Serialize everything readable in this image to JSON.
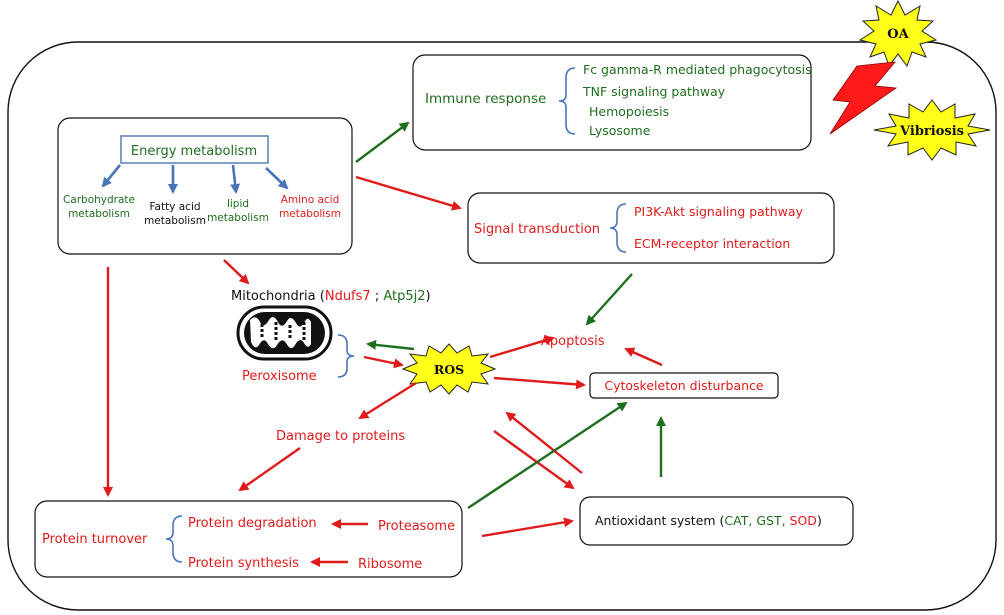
{
  "colors": {
    "red": "#e01b1b",
    "green": "#1f6e1f",
    "blue": "#4a74b8",
    "black": "#111111",
    "star_fill": "#ffff1a",
    "bolt_fill": "#ff1a1a"
  },
  "stressors": {
    "oa": "OA",
    "vibriosis": "Vibriosis"
  },
  "immune": {
    "label": "Immune response",
    "items": [
      "Fc gamma-R mediated phagocytosis",
      "TNF signaling pathway",
      "Hemopoiesis",
      "Lysosome"
    ]
  },
  "energy": {
    "title": "Energy metabolism",
    "carbohydrate": [
      "Carbohydrate",
      "metabolism"
    ],
    "fatty_acid": [
      "Fatty acid",
      "metabolism"
    ],
    "lipid": [
      "lipid",
      "metabolism"
    ],
    "amino_acid": [
      "Amino acid",
      "metabolism"
    ]
  },
  "signal": {
    "label": "Signal transduction",
    "items": [
      "PI3K-Akt signaling pathway",
      "ECM-receptor interaction"
    ]
  },
  "mitochondria": {
    "prefix": "Mitochondria (",
    "gene1": "Ndufs7",
    "sep": " ; ",
    "gene2": "Atp5j2",
    "suffix": ")"
  },
  "peroxisome": "Peroxisome",
  "ros": "ROS",
  "apoptosis": "Apoptosis",
  "cytoskeleton": "Cytoskeleton disturbance",
  "damage": "Damage to proteins",
  "protein": {
    "label": "Protein turnover",
    "degradation": "Protein degradation",
    "synthesis": "Protein synthesis",
    "proteasome": "Proteasome",
    "ribosome": "Ribosome"
  },
  "antioxidant": {
    "prefix": "Antioxidant system (",
    "cat": "CAT, ",
    "gst": "GST, ",
    "sod": "SOD",
    "suffix": ")"
  }
}
